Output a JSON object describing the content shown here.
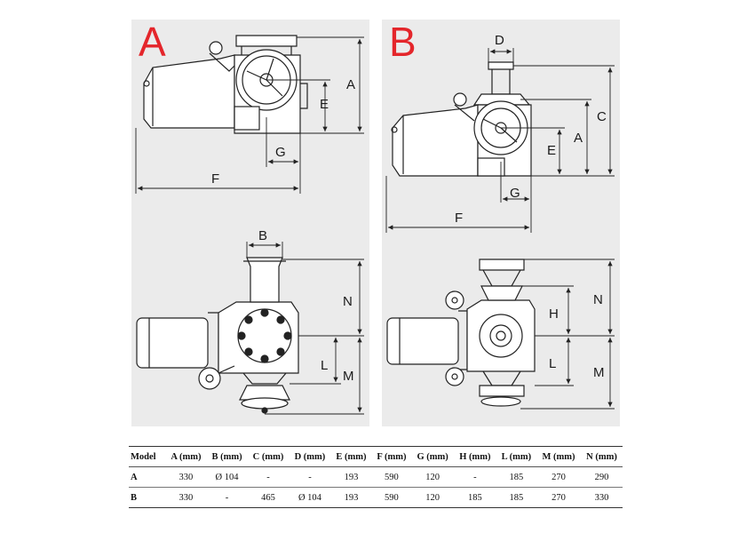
{
  "panels": [
    {
      "letter": "A",
      "dims": {
        "A": "A",
        "E": "E",
        "G": "G",
        "F": "F",
        "B": "B",
        "N": "N",
        "L": "L",
        "M": "M"
      }
    },
    {
      "letter": "B",
      "dims": {
        "D": "D",
        "C": "C",
        "A": "A",
        "E": "E",
        "G": "G",
        "F": "F",
        "N": "N",
        "H": "H",
        "L": "L",
        "M": "M"
      }
    }
  ],
  "table": {
    "headers": [
      "Model",
      "A (mm)",
      "B (mm)",
      "C (mm)",
      "D (mm)",
      "E (mm)",
      "F (mm)",
      "G (mm)",
      "H (mm)",
      "L (mm)",
      "M (mm)",
      "N (mm)"
    ],
    "rows": [
      [
        "A",
        "330",
        "Ø 104",
        "-",
        "-",
        "193",
        "590",
        "120",
        "-",
        "185",
        "270",
        "290"
      ],
      [
        "B",
        "330",
        "-",
        "465",
        "Ø 104",
        "193",
        "590",
        "120",
        "185",
        "185",
        "270",
        "330"
      ]
    ]
  },
  "colors": {
    "accent_red": "#e4262b",
    "panel_bg": "#ebebeb",
    "line": "#222222"
  }
}
